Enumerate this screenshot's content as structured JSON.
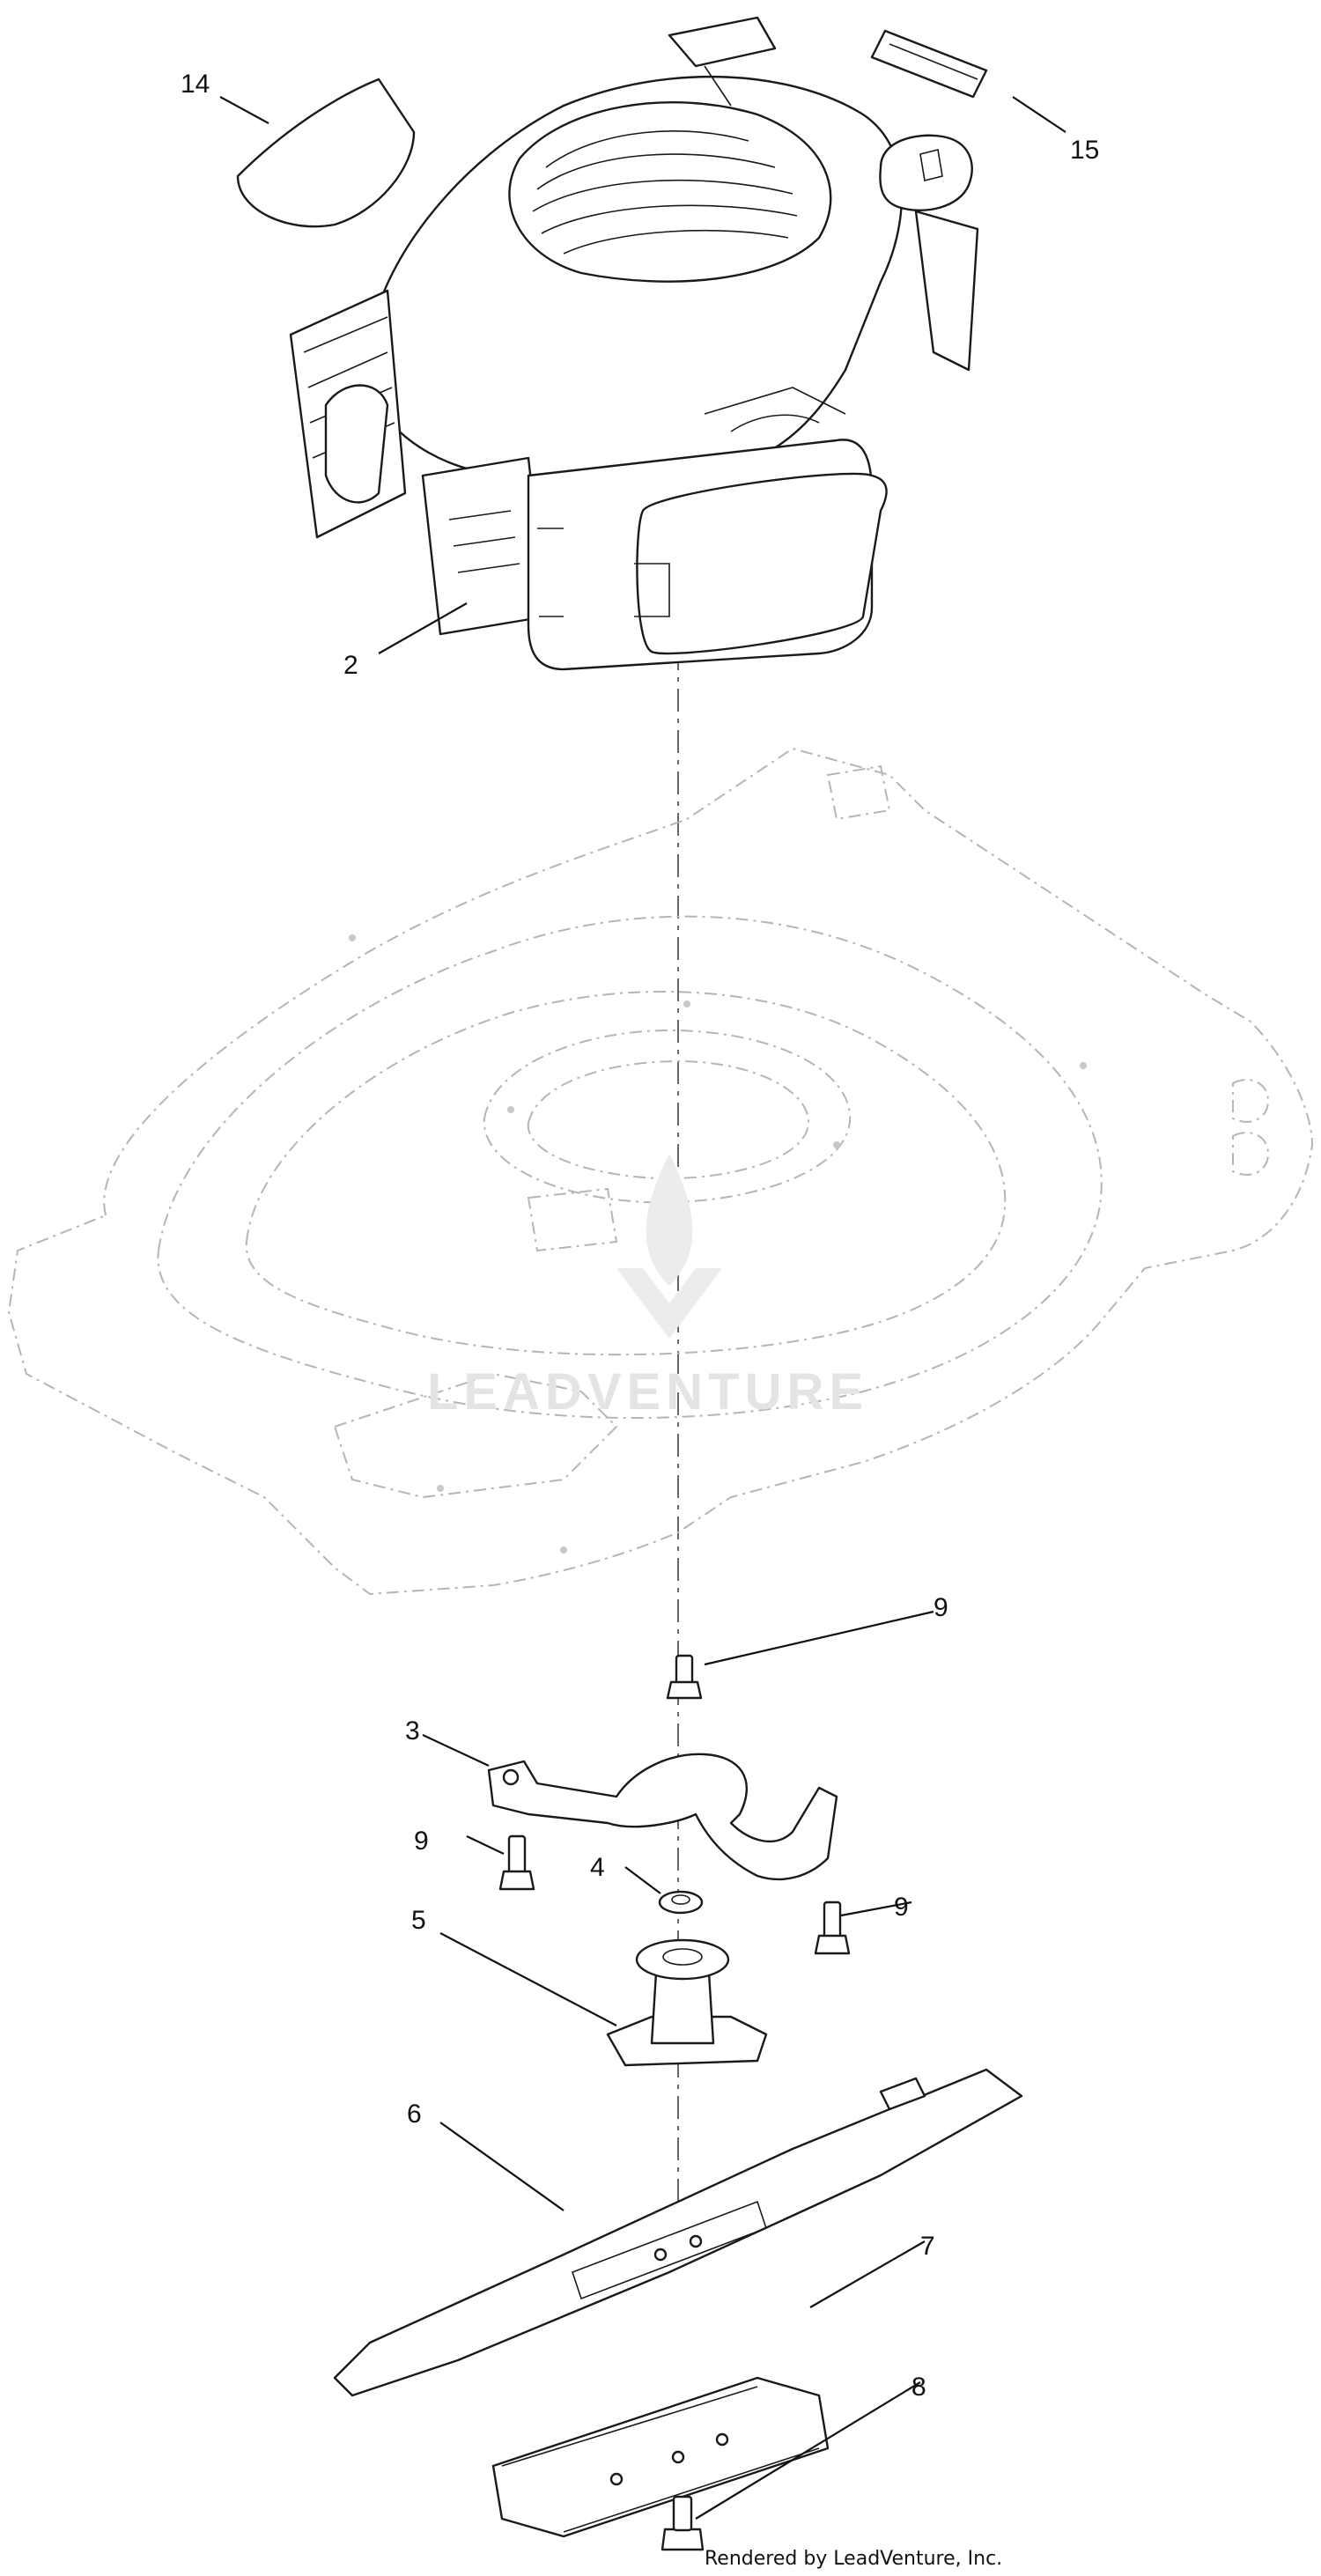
{
  "callouts": {
    "c14": "14",
    "c15": "15",
    "c2": "2",
    "c9_top": "9",
    "c3": "3",
    "c9_left": "9",
    "c4": "4",
    "c9_right": "9",
    "c5": "5",
    "c6": "6",
    "c7": "7",
    "c8": "8"
  },
  "watermark": {
    "text": "LEADVENTURE"
  },
  "credit": {
    "text": "Rendered by LeadVenture, Inc."
  }
}
